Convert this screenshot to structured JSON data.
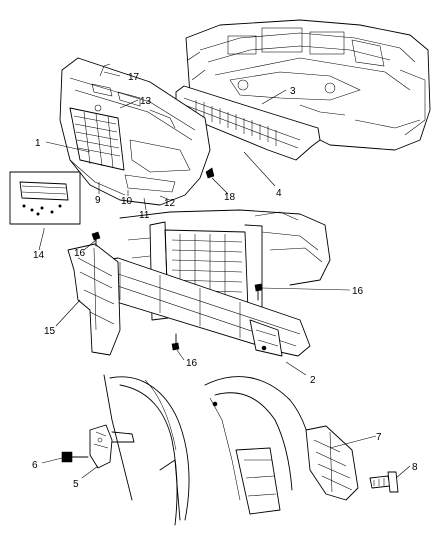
{
  "callouts": {
    "c1": "1",
    "c2": "2",
    "c3": "3",
    "c4": "4",
    "c5": "5",
    "c6": "6",
    "c7": "7",
    "c8": "8",
    "c9": "9",
    "c10": "10",
    "c11": "11",
    "c12": "12",
    "c13": "13",
    "c14": "14",
    "c15": "15",
    "c16a": "16",
    "c16b": "16",
    "c16c": "16",
    "c17": "17",
    "c18": "18"
  }
}
